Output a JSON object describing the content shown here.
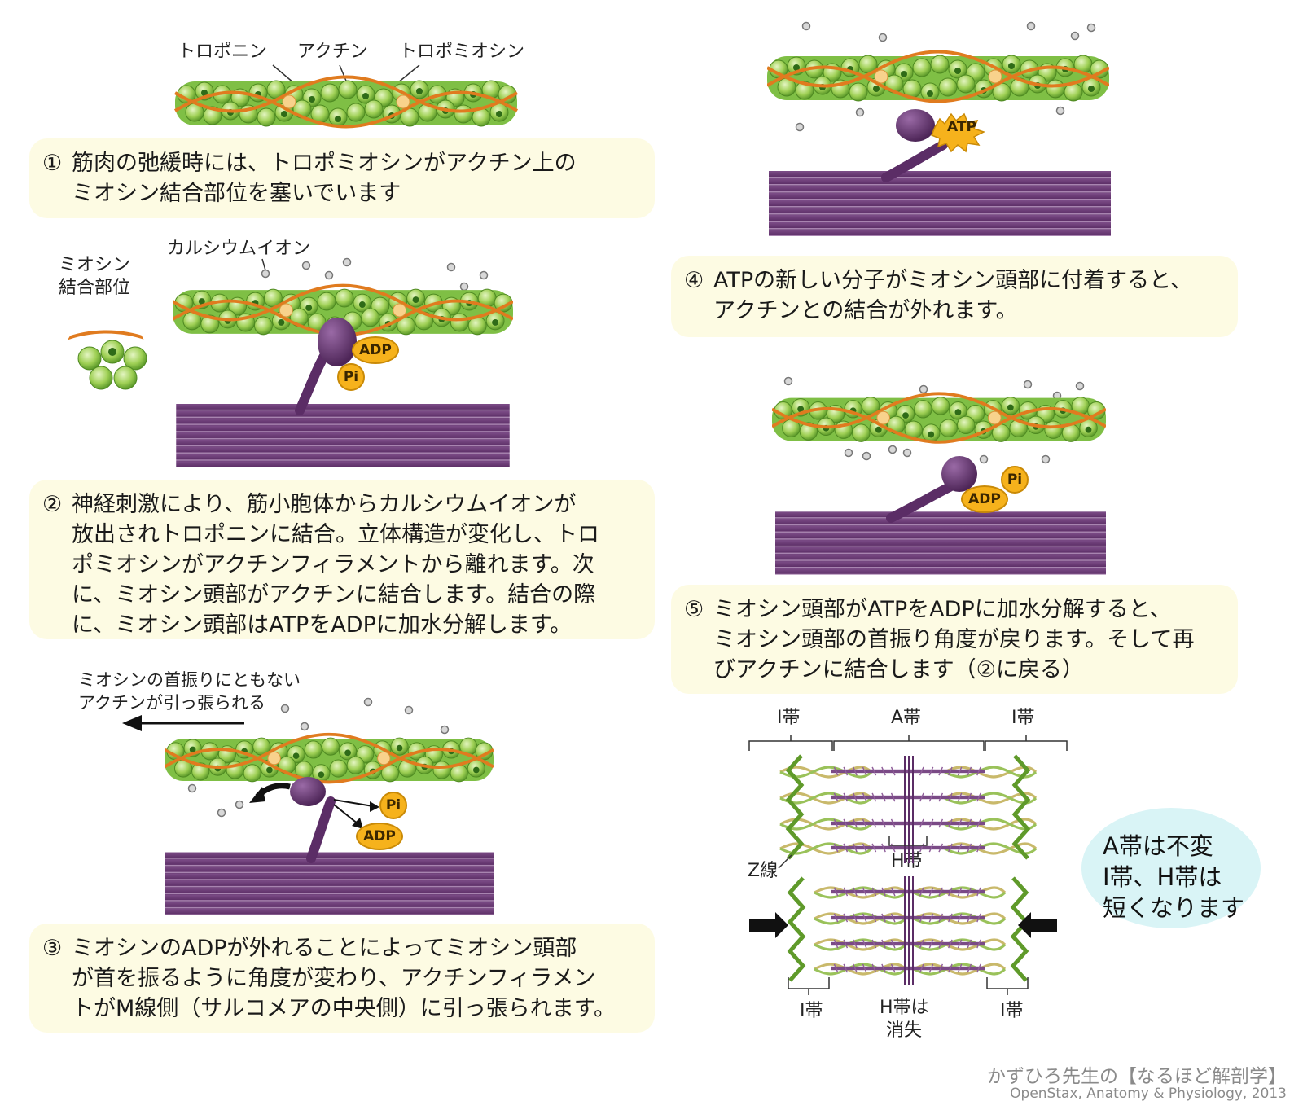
{
  "panel1": {
    "labels": {
      "troponin": "トロポニン",
      "actin": "アクチン",
      "tropomyosin": "トロポミオシン"
    },
    "caption": {
      "num": "①",
      "lines": [
        "筋肉の弛緩時には、トロポミオシンがアクチン上の",
        "ミオシン結合部位を塞いでいます"
      ]
    }
  },
  "panel2": {
    "labels": {
      "binding_site_1": "ミオシン",
      "binding_site_2": "結合部位",
      "calcium": "カルシウムイオン"
    },
    "molecules": {
      "adp": "ADP",
      "pi": "Pi"
    },
    "caption": {
      "num": "②",
      "lines": [
        "神経刺激により、筋小胞体からカルシウムイオンが",
        "放出されトロポニンに結合。立体構造が変化し、トロ",
        "ポミオシンがアクチンフィラメントから離れます。次",
        "に、ミオシン頭部がアクチンに結合します。結合の際",
        "に、ミオシン頭部はATPをADPに加水分解します。"
      ]
    }
  },
  "panel3": {
    "labels": {
      "pull_1": "ミオシンの首振りにともない",
      "pull_2": "アクチンが引っ張られる"
    },
    "molecules": {
      "pi": "Pi",
      "adp": "ADP"
    },
    "caption": {
      "num": "③",
      "lines": [
        "ミオシンのADPが外れることによってミオシン頭部",
        "が首を振るように角度が変わり、アクチンフィラメン",
        "トがM線側（サルコメアの中央側）に引っ張られます。"
      ]
    }
  },
  "panel4": {
    "molecules": {
      "atp": "ATP"
    },
    "caption": {
      "num": "④",
      "lines": [
        "ATPの新しい分子がミオシン頭部に付着すると、",
        "アクチンとの結合が外れます。"
      ]
    }
  },
  "panel5": {
    "molecules": {
      "pi": "Pi",
      "adp": "ADP"
    },
    "caption": {
      "num": "⑤",
      "lines": [
        "ミオシン頭部がATPをADPに加水分解すると、",
        "ミオシン頭部の首振り角度が戻ります。そして再",
        "びアクチンに結合します（②に戻る）"
      ]
    }
  },
  "sarcomere": {
    "i_band": "I帯",
    "a_band": "A帯",
    "z_line": "Z線",
    "h_band": "H帯",
    "h_band_gone_1": "H帯は",
    "h_band_gone_2": "消失",
    "note_lines": [
      "A帯は不変",
      "I帯、H帯は",
      "短くなります"
    ]
  },
  "credit": {
    "line1": "かずひろ先生の【なるほど解剖学】",
    "line2": "OpenStax, Anatomy & Physiology, 2013"
  },
  "colors": {
    "actin_green": "#8cc63f",
    "tropomyosin_orange": "#e07b1f",
    "myosin_purple": "#6b3a76",
    "molecule_yellow": "#f6b21c",
    "caption_bg": "#fdfbe3",
    "note_bg": "#d9f4f6"
  }
}
